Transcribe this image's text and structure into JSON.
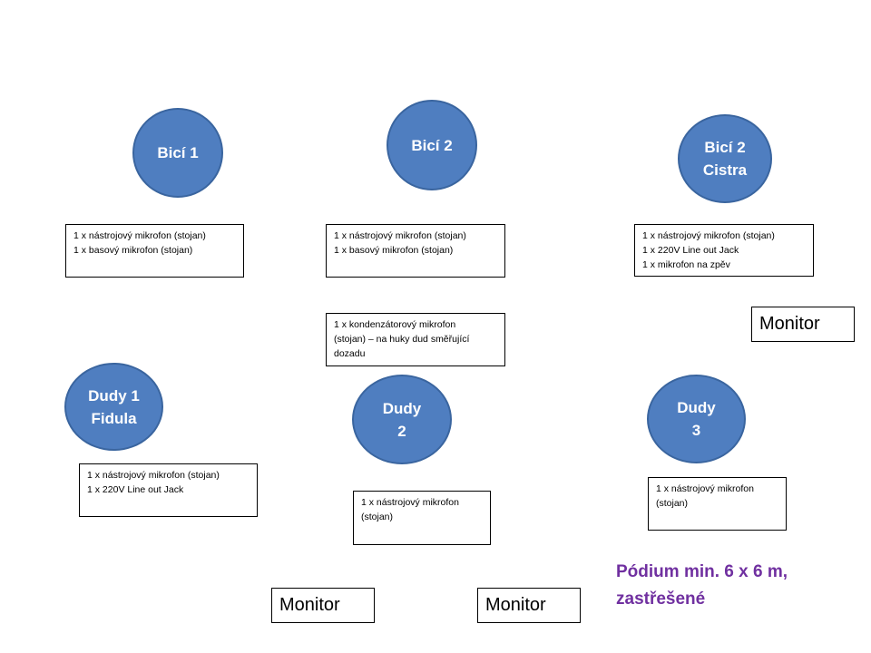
{
  "circles": {
    "bici1": [
      "Bicí 1"
    ],
    "bici2": [
      "Bicí 2"
    ],
    "bici2_cistra": [
      "Bicí 2",
      "Cistra"
    ],
    "dudy1": [
      "Dudy 1",
      "Fidula"
    ],
    "dudy2": [
      "Dudy",
      "2"
    ],
    "dudy3": [
      "Dudy",
      "3"
    ]
  },
  "boxes": {
    "bici1": [
      "1 x nástrojový mikrofon (stojan)",
      "1 x basový mikrofon (stojan)"
    ],
    "bici2": [
      "1 x nástrojový mikrofon (stojan)",
      "1 x basový mikrofon (stojan)"
    ],
    "bici2_cistra": [
      "1 x nástrojový mikrofon (stojan)",
      "1 x 220V Line out Jack",
      "1 x mikrofon na zpěv"
    ],
    "condenser": [
      "1 x kondenzátorový mikrofon",
      "(stojan) – na huky dud směřující",
      "dozadu"
    ],
    "dudy1": [
      "1 x nástrojový mikrofon (stojan)",
      "1 x 220V Line out Jack"
    ],
    "dudy2": [
      "1 x nástrojový mikrofon",
      "(stojan)"
    ],
    "dudy3": [
      "1 x nástrojový mikrofon",
      "(stojan)"
    ]
  },
  "monitors": {
    "right": "Monitor",
    "bottom_left": "Monitor",
    "bottom_center": "Monitor"
  },
  "note": [
    "Pódium min. 6 x 6 m,",
    "zastřešené"
  ],
  "colors": {
    "circle_fill": "#4f7ec0",
    "circle_border": "#3a659f",
    "note_text": "#7030a0"
  }
}
